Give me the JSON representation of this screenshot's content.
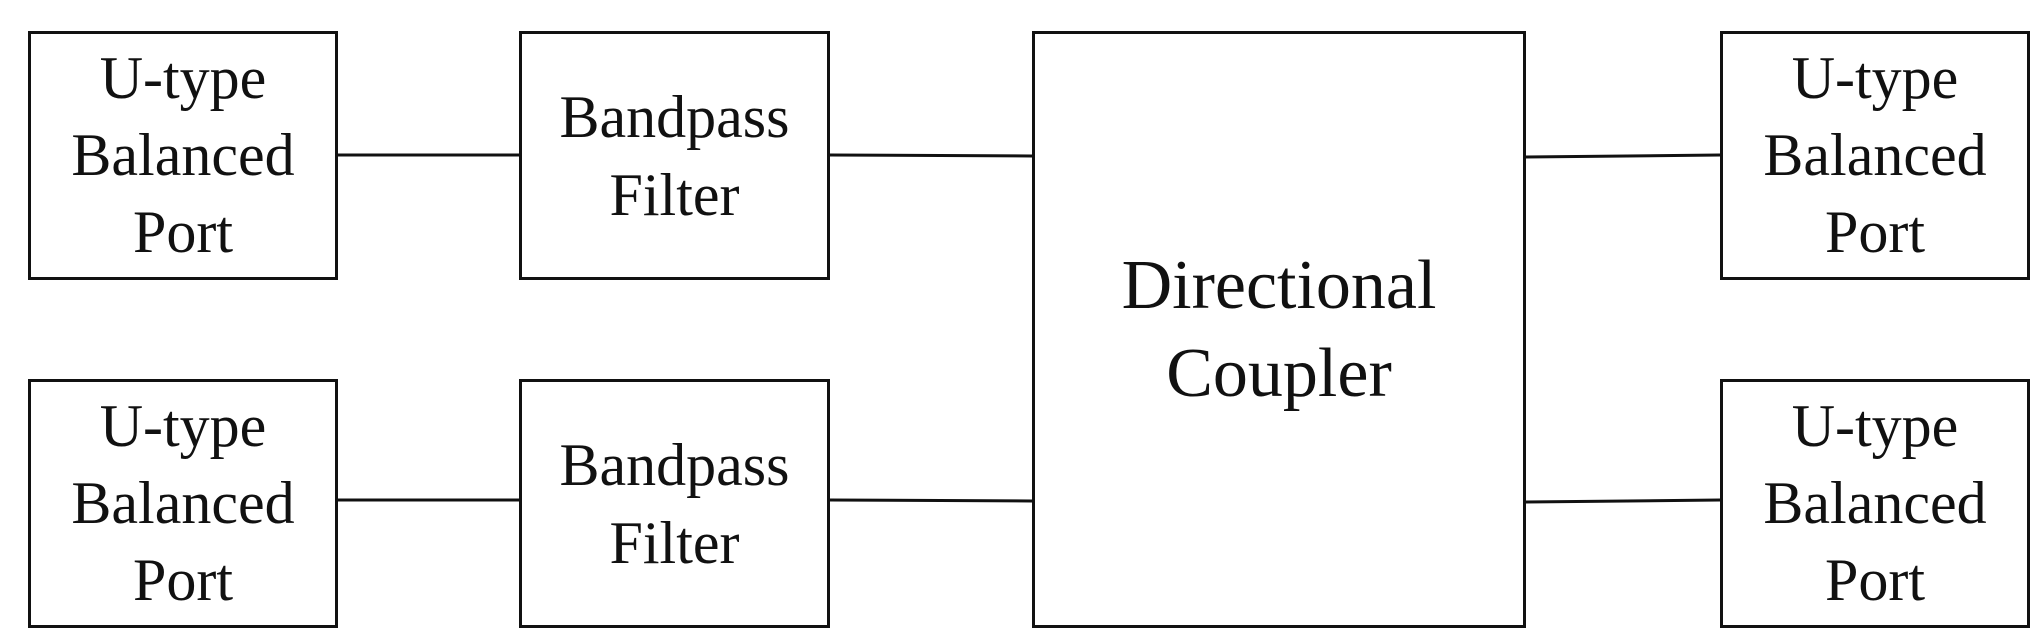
{
  "blocks": {
    "port_top_left": {
      "lines": [
        "U-type",
        "Balanced",
        "Port"
      ]
    },
    "port_bottom_left": {
      "lines": [
        "U-type",
        "Balanced",
        "Port"
      ]
    },
    "filter_top": {
      "lines": [
        "Bandpass",
        "Filter"
      ]
    },
    "filter_bottom": {
      "lines": [
        "Bandpass",
        "Filter"
      ]
    },
    "coupler": {
      "lines": [
        "Directional",
        "Coupler"
      ]
    },
    "port_top_right": {
      "lines": [
        "U-type",
        "Balanced",
        "Port"
      ]
    },
    "port_bottom_right": {
      "lines": [
        "U-type",
        "Balanced",
        "Port"
      ]
    }
  },
  "colors": {
    "stroke": "#111111",
    "background": "#ffffff"
  }
}
